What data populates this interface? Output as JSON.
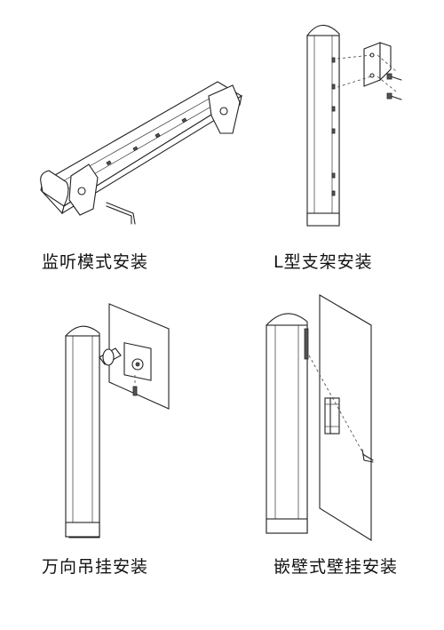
{
  "figures": [
    {
      "caption": "监听模式安装"
    },
    {
      "caption": "L型支架安装"
    },
    {
      "caption": "万向吊挂安装"
    },
    {
      "caption": "嵌壁式壁挂安装"
    }
  ]
}
